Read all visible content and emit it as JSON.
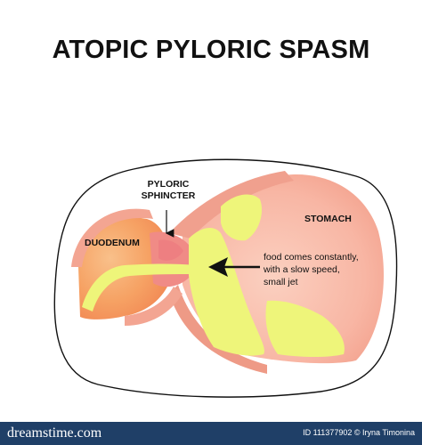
{
  "title": "ATOPIC PYLORIC SPASM",
  "labels": {
    "pyloric_line1": "PYLORIC",
    "pyloric_line2": "SPHINCTER",
    "stomach": "STOMACH",
    "duodenum": "DUODENUM",
    "note_line1": "food comes constantly,",
    "note_line2": "with a slow speed,",
    "note_line3": "small jet"
  },
  "footer": {
    "brand": "dreamstime.com",
    "id_credit": "ID 111377902 © Iryna Timonina"
  },
  "colors": {
    "stomach_fill": "#f9b9a8",
    "wall": "#f2a796",
    "duodenum": "#f59e5c",
    "food": "#eef57a",
    "footer_bg": "#1f3f67"
  }
}
